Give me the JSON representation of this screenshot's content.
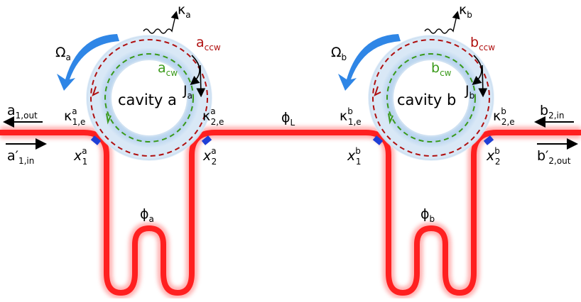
{
  "colors": {
    "waveguide": "#ff2020",
    "waveguide_glow": "#ff9999",
    "ring": "#bcd7ee",
    "ring_edge": "#9cc2e3",
    "ccw_mode": "#b01010",
    "cw_mode": "#3a9a1a",
    "coupler": "#1f3fd6",
    "rotation_arrow": "#2f86e6"
  },
  "cavities": {
    "a": {
      "name": "cavity  a",
      "rotation": "Ω",
      "rotation_sub": "a",
      "loss": "κ",
      "loss_sub": "a",
      "ccw": "a",
      "ccw_sub": "ccw",
      "cw": "a",
      "cw_sub": "cw",
      "coupling": "J",
      "coupling_sub": "a",
      "kappa_left": "κ",
      "kappa_left_sup": "a",
      "kappa_left_sub": "1,e",
      "kappa_right": "κ",
      "kappa_right_sup": "a",
      "kappa_right_sub": "2,e",
      "x_left": "x",
      "x_left_sup": "a",
      "x_left_sub": "1",
      "x_right": "x",
      "x_right_sup": "a",
      "x_right_sub": "2",
      "phase": "ϕ",
      "phase_sub": "a"
    },
    "b": {
      "name": "cavity  b",
      "rotation": "Ω",
      "rotation_sub": "b",
      "loss": "κ",
      "loss_sub": "b",
      "ccw": "b",
      "ccw_sub": "ccw",
      "cw": "b",
      "cw_sub": "cw",
      "coupling": "J",
      "coupling_sub": "b",
      "kappa_left": "κ",
      "kappa_left_sup": "b",
      "kappa_left_sub": "1,e",
      "kappa_right": "κ",
      "kappa_right_sup": "b",
      "kappa_right_sub": "2,e",
      "x_left": "x",
      "x_left_sup": "b",
      "x_left_sub": "1",
      "x_right": "x",
      "x_right_sup": "b",
      "x_right_sub": "2",
      "phase": "ϕ",
      "phase_sub": "b"
    }
  },
  "link_phase": "ϕ",
  "link_phase_sub": "L",
  "ports": {
    "a_out": "a",
    "a_out_sub": "1,out",
    "a_in": "a′",
    "a_in_sub": "1,in",
    "b_in": "b",
    "b_in_sub": "2,in",
    "b_out": "b′",
    "b_out_sub": "2,out"
  },
  "icons": [
    "wavy-arrow-icon",
    "rotation-arrow-icon",
    "port-arrow-icon"
  ]
}
